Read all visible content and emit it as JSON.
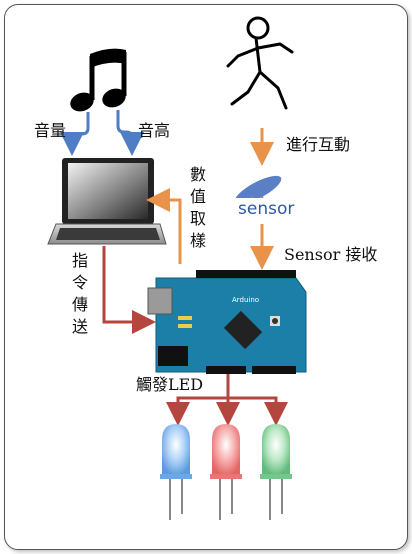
{
  "labels": {
    "volume": "音量",
    "pitch": "音高",
    "interact": "進行互動",
    "sensor_text": "sensor",
    "sensor_receive": "Sensor 接收",
    "numeric_read": "數值取樣",
    "command_send": "指令傳送",
    "trigger_led": "觸發LED",
    "arduino_logo": "Arduino"
  },
  "colors": {
    "blue_arrow": "#4f7ec4",
    "orange_arrow": "#e9924a",
    "red_arrow": "#b5453f",
    "arduino_board": "#1b7fa7",
    "led_blue": "#6aa8e8",
    "led_red": "#ee7474",
    "led_green": "#74c68a"
  },
  "icons": [
    "music-note-icon",
    "stick-figure-icon",
    "laptop-icon",
    "sensor-icon",
    "arduino-board-icon",
    "led-blue-icon",
    "led-red-icon",
    "led-green-icon"
  ]
}
